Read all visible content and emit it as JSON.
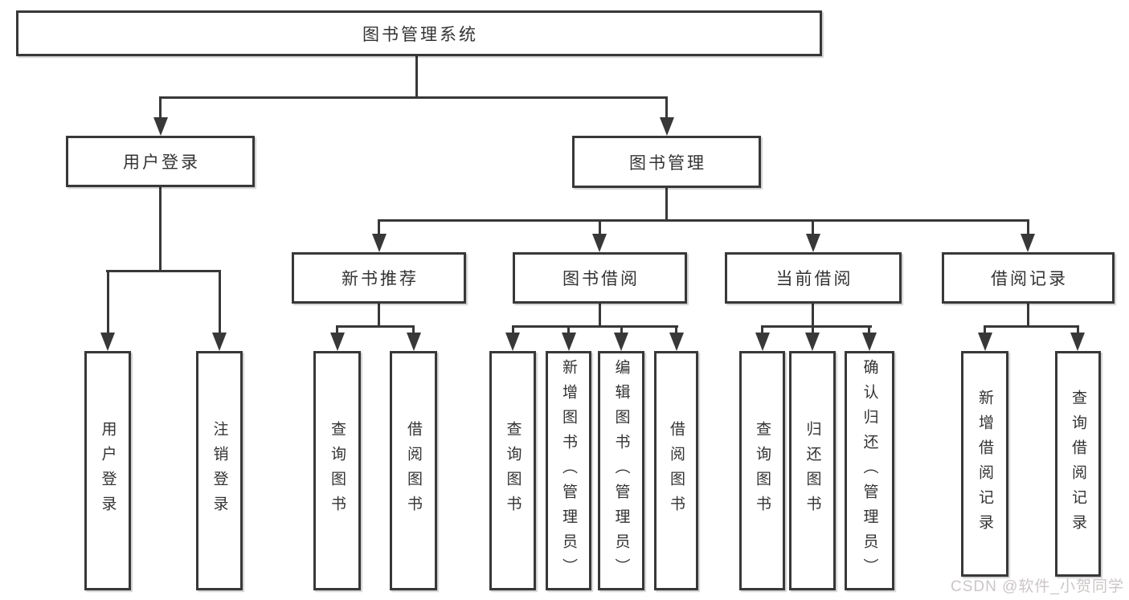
{
  "nodes": {
    "root": "图书管理系统",
    "level2": [
      "用户登录",
      "图书管理"
    ],
    "level3": [
      "新书推荐",
      "图书借阅",
      "当前借阅",
      "借阅记录"
    ],
    "leaves": [
      "用户登录",
      "注销登录",
      "查询图书",
      "借阅图书",
      "查询图书",
      "新增图书（管理员）",
      "编辑图书（管理员）",
      "借阅图书",
      "查询图书",
      "归还图书",
      "确认归还（管理员）",
      "新增借阅记录",
      "查询借阅记录"
    ]
  },
  "watermark": "CSDN @软件_小贺同学",
  "colors": {
    "line": "#383838",
    "text": "#333333",
    "watermark": "#ccc6c6",
    "box_background": "#ffffff"
  }
}
